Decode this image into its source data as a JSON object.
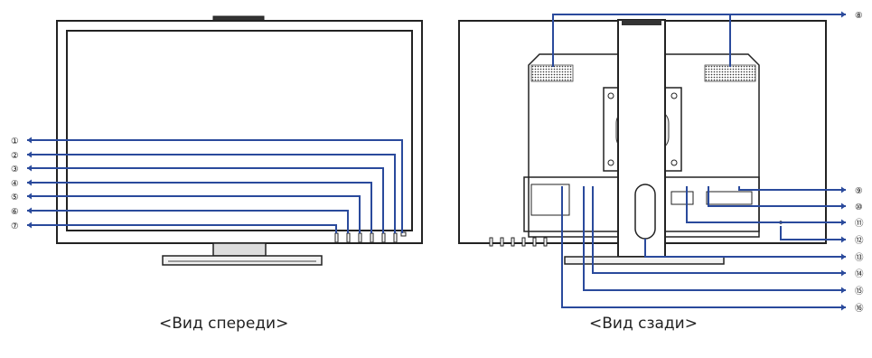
{
  "front": {
    "caption": "<Вид спереди>",
    "callouts": [
      {
        "number": "①"
      },
      {
        "number": "②"
      },
      {
        "number": "③"
      },
      {
        "number": "④"
      },
      {
        "number": "⑤"
      },
      {
        "number": "⑥"
      },
      {
        "number": "⑦"
      }
    ]
  },
  "rear": {
    "caption": "<Вид сзади>",
    "callouts": [
      {
        "number": "⑧"
      },
      {
        "number": "⑨"
      },
      {
        "number": "⑩"
      },
      {
        "number": "⑪"
      },
      {
        "number": "⑫"
      },
      {
        "number": "⑬"
      },
      {
        "number": "⑭"
      },
      {
        "number": "⑮"
      },
      {
        "number": "⑯"
      }
    ]
  },
  "colors": {
    "leader_line": "#2a4a9c",
    "outline": "#222222",
    "fill_gray": "#e8e8e8"
  }
}
